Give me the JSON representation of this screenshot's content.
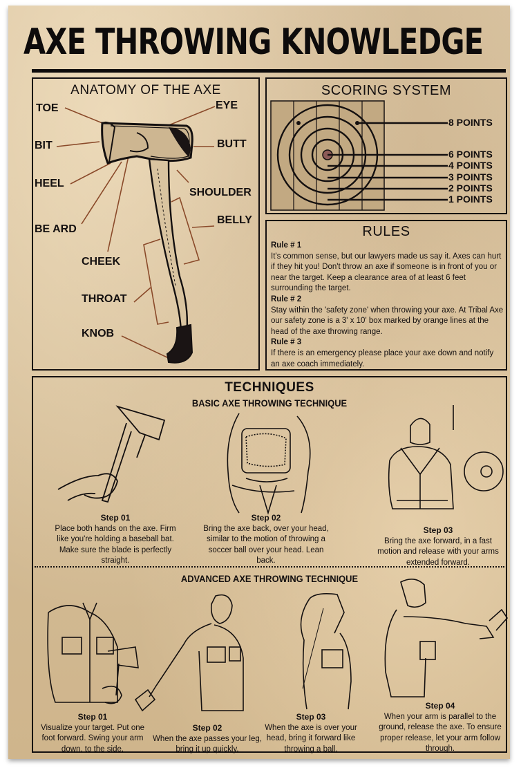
{
  "poster": {
    "title": "AXE THROWING KNOWLEDGE",
    "colors": {
      "paper": "#d4bd98",
      "ink": "#141010",
      "leader_line": "#8a4a2a",
      "bullseye": "#8c5a58"
    }
  },
  "anatomy": {
    "heading": "ANATOMY OF THE AXE",
    "parts": {
      "toe": "TOE",
      "eye": "EYE",
      "bit": "BIT",
      "butt": "BUTT",
      "heel": "HEEL",
      "shoulder": "SHOULDER",
      "beard": "BE ARD",
      "belly": "BELLY",
      "cheek": "CHEEK",
      "throat": "THROAT",
      "knob": "KNOB"
    }
  },
  "scoring": {
    "heading": "SCORING SYSTEM",
    "points": [
      "8 POINTS",
      "6 POINTS",
      "4 POINTS",
      "3 POINTS",
      "2 POINTS",
      "1 POINTS"
    ]
  },
  "rules": {
    "heading": "RULES",
    "items": [
      {
        "title": "Rule # 1",
        "text": "It's common sense, but our lawyers made us say it. Axes can hurt if they hit you!  Don't throw an axe if someone is in front of you or near the target. Keep a clearance area of at least 6 feet surrounding the target."
      },
      {
        "title": "Rule # 2",
        "text": "Stay within the 'safety zone' when throwing your axe.  At Tribal Axe our safety zone is a 3' x 10' box marked by orange lines at the head of the axe throwing range."
      },
      {
        "title": "Rule # 3",
        "text": "If there is an emergency please place your axe down and notify an axe coach immediately."
      }
    ]
  },
  "techniques": {
    "heading": "TECHNIQUES",
    "basic": {
      "heading": "BASIC AXE THROWING TECHNIQUE",
      "steps": [
        {
          "title": "Step 01",
          "text": "Place both hands on the axe. Firm like you're holding a baseball bat. Make sure the blade is perfectly straight."
        },
        {
          "title": "Step 02",
          "text": "Bring the axe back, over your head, similar to the motion of throwing a soccer ball over your head. Lean back."
        },
        {
          "title": "Step 03",
          "text": "Bring the axe forward, in a fast motion and release with your arms extended forward."
        }
      ]
    },
    "advanced": {
      "heading": "ADVANCED AXE THROWING TECHNIQUE",
      "steps": [
        {
          "title": "Step 01",
          "text": "Visualize your target. Put one foot forward. Swing your arm down, to the side."
        },
        {
          "title": "Step 02",
          "text": "When the axe passes your leg, bring it up quickly."
        },
        {
          "title": "Step 03",
          "text": "When the axe is over your head, bring it forward like throwing a ball."
        },
        {
          "title": "Step 04",
          "text": "When your arm is parallel to the ground, release the axe. To ensure proper release, let your arm follow through."
        }
      ]
    }
  }
}
